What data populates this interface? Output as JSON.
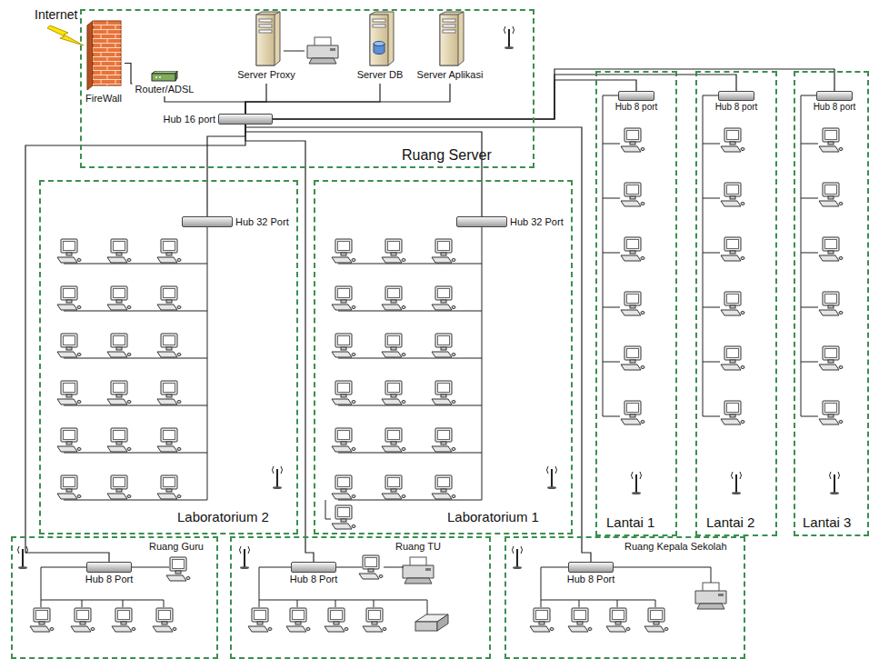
{
  "diagram": {
    "nodes": [
      {
        "text": [
          "Ruang Server"
        ]
      },
      {
        "text": [
          "FireWall"
        ],
        "in": 0
      },
      {
        "text": [
          "Router/ADSL"
        ],
        "in": 0
      },
      {
        "text": [
          "Server Proxy"
        ],
        "in": 0
      },
      {
        "text": [
          "Server DB"
        ],
        "in": 0
      },
      {
        "text": [
          "Server Aplikasi"
        ],
        "in": 0
      },
      {
        "text": [
          "Hub 16 port"
        ],
        "in": 0
      },
      {
        "text": [
          "Laboratorium 2"
        ]
      },
      {
        "text": [
          "Hub 32 Port"
        ],
        "in": 7
      },
      {
        "text": [
          "Laboratorium 1"
        ]
      },
      {
        "text": [
          "Hub 32 Port"
        ],
        "in": 9
      },
      {
        "text": [
          "Lantai 1"
        ]
      },
      {
        "text": [
          "Hub 8 port"
        ],
        "in": 11
      },
      {
        "text": [
          "Lantai 2"
        ]
      },
      {
        "text": [
          "Hub 8 port"
        ],
        "in": 13
      },
      {
        "text": [
          "Lantai 3"
        ]
      },
      {
        "text": [
          "Hub 8 port"
        ],
        "in": 15
      },
      {
        "text": [
          "Ruang Guru"
        ]
      },
      {
        "text": [
          "Hub 8 Port"
        ],
        "in": 17
      },
      {
        "text": [
          "Ruang TU"
        ]
      },
      {
        "text": [
          "Hub 8 Port"
        ],
        "in": 19
      },
      {
        "text": [
          "Ruang Kepala Sekolah"
        ]
      },
      {
        "text": [
          "Hub 8 Port"
        ],
        "in": 21
      }
    ],
    "edges": [
      {
        "from": 1,
        "to": 2,
        "arrow": "none"
      },
      {
        "from": 2,
        "to": 6,
        "arrow": "none"
      },
      {
        "from": 3,
        "to": 6,
        "arrow": "none"
      },
      {
        "from": 4,
        "to": 6,
        "arrow": "none"
      },
      {
        "from": 5,
        "to": 6,
        "arrow": "none"
      },
      {
        "from": 6,
        "to": 8,
        "arrow": "none"
      },
      {
        "from": 6,
        "to": 10,
        "arrow": "none"
      },
      {
        "from": 6,
        "to": 12,
        "arrow": "none"
      },
      {
        "from": 6,
        "to": 14,
        "arrow": "none"
      },
      {
        "from": 6,
        "to": 16,
        "arrow": "none"
      },
      {
        "from": 6,
        "to": 18,
        "arrow": "none"
      },
      {
        "from": 6,
        "to": 20,
        "arrow": "none"
      },
      {
        "from": 6,
        "to": 22,
        "arrow": "none"
      }
    ],
    "labels": [
      "Internet"
    ]
  }
}
